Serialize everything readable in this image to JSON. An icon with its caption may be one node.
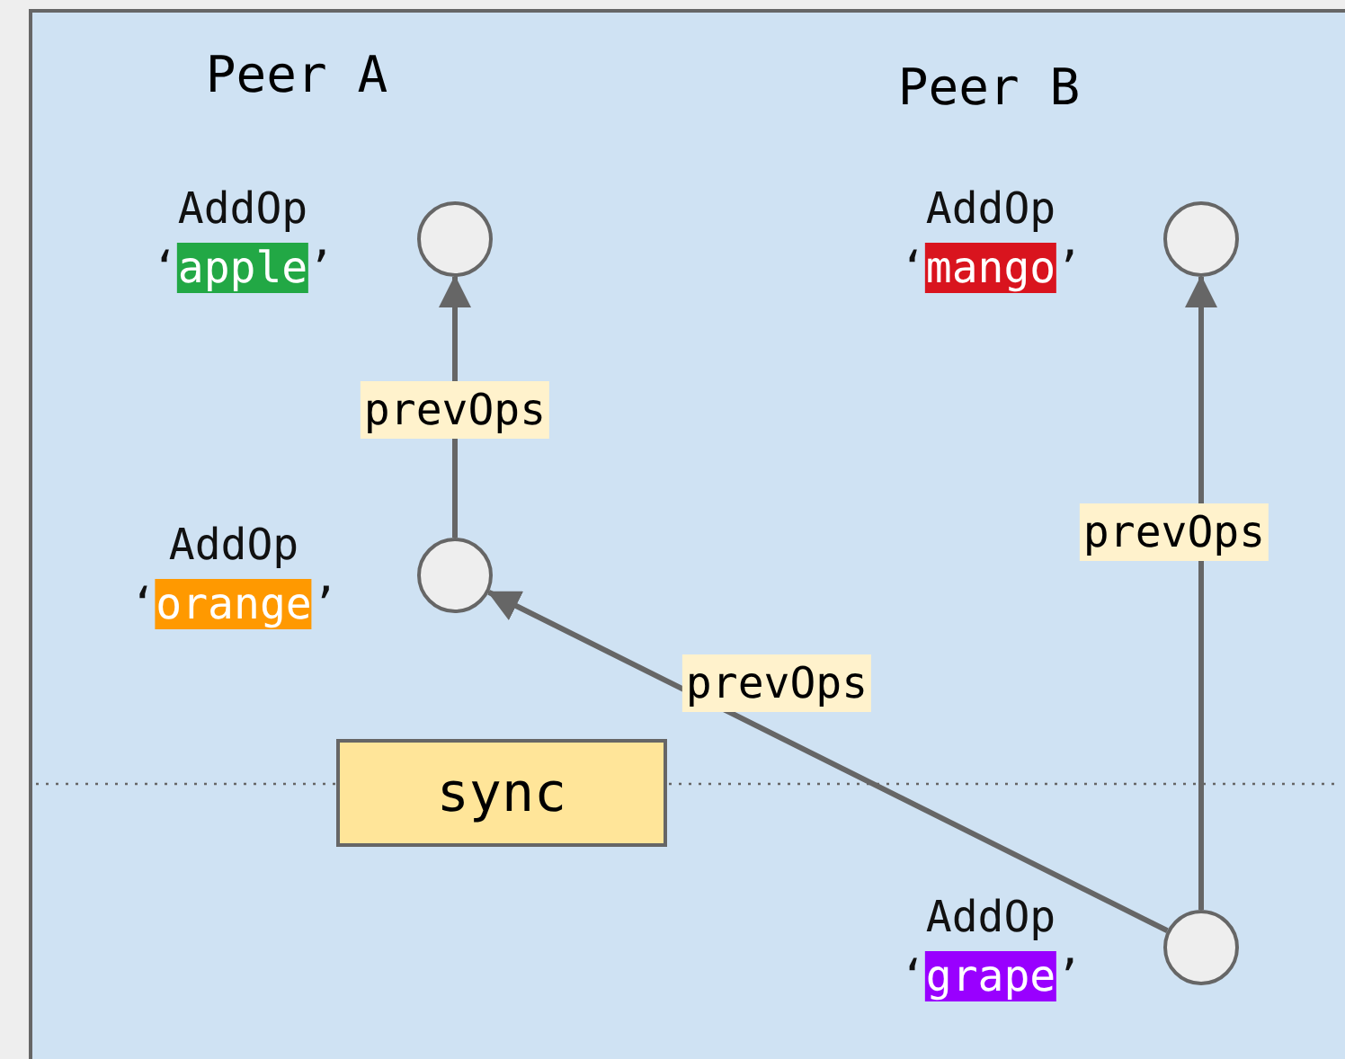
{
  "diagram": {
    "nodes": [
      {
        "text": [],
        "shape": "circle",
        "beside": [
          "AddOp ‘apple’"
        ]
      },
      {
        "text": [],
        "shape": "circle",
        "beside": [
          "AddOp ‘mango’"
        ]
      },
      {
        "text": [],
        "shape": "circle",
        "beside": [
          "AddOp ‘orange’"
        ]
      },
      {
        "text": [],
        "shape": "circle",
        "beside": [
          "AddOp ‘grape’"
        ]
      },
      {
        "text": [
          "sync"
        ]
      }
    ],
    "edges": [
      {
        "from": 2,
        "to": 0,
        "arrow": "to",
        "label": "prevOps"
      },
      {
        "from": 3,
        "to": 2,
        "arrow": "to",
        "label": "prevOps"
      },
      {
        "from": 3,
        "to": 1,
        "arrow": "to",
        "label": "prevOps"
      }
    ],
    "labels": [
      "Peer A",
      "Peer B"
    ]
  }
}
